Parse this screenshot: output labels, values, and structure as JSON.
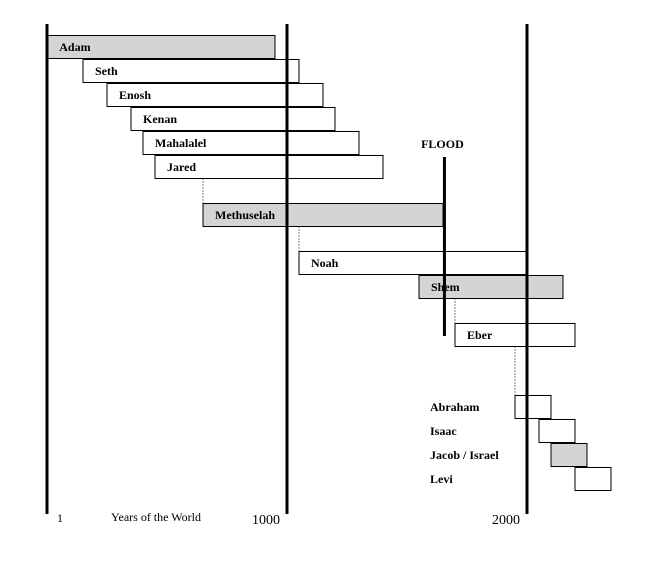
{
  "chart_data": {
    "type": "bar",
    "orientation": "horizontal-timeline",
    "xlabel": "Years of the World",
    "xlim": [
      1,
      2500
    ],
    "ticks": [
      {
        "value": 1,
        "label": "1"
      },
      {
        "value": 1000,
        "label": "1000"
      },
      {
        "value": 2000,
        "label": "2000"
      }
    ],
    "vertical_lines": [
      0,
      1000,
      2000
    ],
    "flood": {
      "year": 1656,
      "label": "FLOOD"
    },
    "fill_colors": {
      "plain": "#ffffff",
      "shaded": "#d4d4d4"
    },
    "series": [
      {
        "name": "Adam",
        "born": 1,
        "died": 950,
        "shaded": true,
        "label_outside": false
      },
      {
        "name": "Seth",
        "born": 150,
        "died": 1050,
        "shaded": false,
        "label_outside": false
      },
      {
        "name": "Enosh",
        "born": 250,
        "died": 1150,
        "shaded": false,
        "label_outside": false
      },
      {
        "name": "Kenan",
        "born": 350,
        "died": 1200,
        "shaded": false,
        "label_outside": false
      },
      {
        "name": "Mahalalel",
        "born": 400,
        "died": 1300,
        "shaded": false,
        "label_outside": false
      },
      {
        "name": "Jared",
        "born": 450,
        "died": 1400,
        "shaded": false,
        "label_outside": false
      },
      {
        "name": "Methuselah",
        "born": 650,
        "died": 1650,
        "shaded": true,
        "label_outside": false
      },
      {
        "name": "Noah",
        "born": 1050,
        "died": 2000,
        "shaded": false,
        "label_outside": false
      },
      {
        "name": "Shem",
        "born": 1550,
        "died": 2150,
        "shaded": true,
        "label_outside": false
      },
      {
        "name": "Eber",
        "born": 1700,
        "died": 2200,
        "shaded": false,
        "label_outside": false
      },
      {
        "name": "Abraham",
        "born": 1950,
        "died": 2100,
        "shaded": false,
        "label_outside": true
      },
      {
        "name": "Isaac",
        "born": 2050,
        "died": 2200,
        "shaded": false,
        "label_outside": true
      },
      {
        "name": "Jacob / Israel",
        "born": 2100,
        "died": 2250,
        "shaded": true,
        "label_outside": true
      },
      {
        "name": "Levi",
        "born": 2200,
        "died": 2350,
        "shaded": false,
        "label_outside": true
      }
    ]
  }
}
